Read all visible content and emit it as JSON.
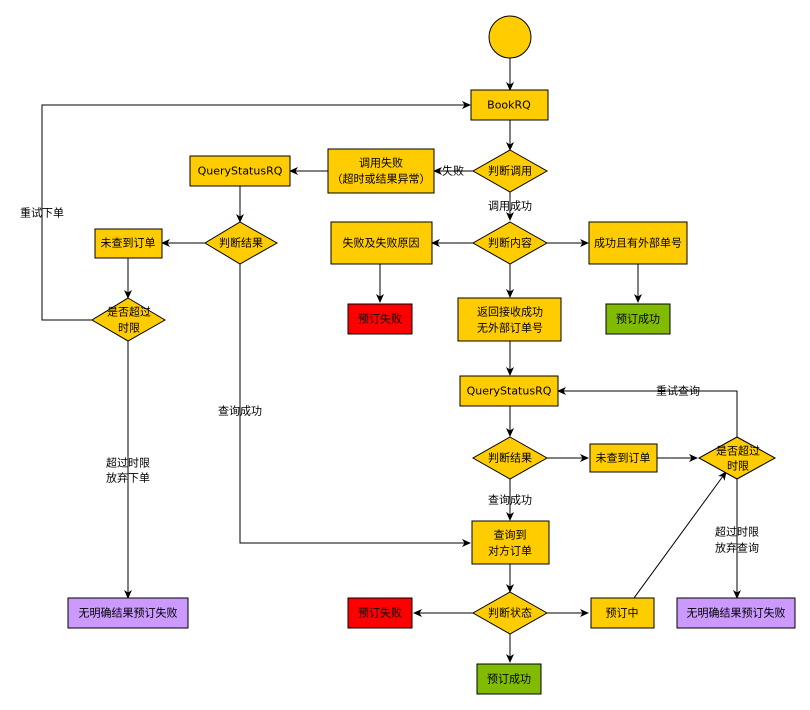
{
  "colors": {
    "process": "#ffcc00",
    "fail": "#ff0000",
    "success": "#80bb00",
    "unknown": "#cc99ff",
    "line": "#000000"
  },
  "nodes": {
    "start": "",
    "book_rq": "BookRQ",
    "judge_call": "判断调用",
    "call_fail": [
      "调用失败",
      "（超时或结果异常）"
    ],
    "query_status_rq_left": "QueryStatusRQ",
    "judge_result_left": "判断结果",
    "not_found_left": "未查到订单",
    "timeout_check_left": [
      "是否超过",
      "时限"
    ],
    "unknown_fail_left": "无明确结果预订失败",
    "judge_content": "判断内容",
    "fail_reason": "失败及失败原因",
    "booking_fail_1": "预订失败",
    "success_external": "成功且有外部单号",
    "booking_success_1": "预订成功",
    "received_no_external": [
      "返回接收成功",
      "无外部订单号"
    ],
    "query_status_rq_right": "QueryStatusRQ",
    "judge_result_right": "判断结果",
    "not_found_right": "未查到订单",
    "timeout_check_right": [
      "是否超过",
      "时限"
    ],
    "unknown_fail_right": "无明确结果预订失败",
    "found_order": [
      "查询到",
      "对方订单"
    ],
    "judge_status": "判断状态",
    "booking_fail_2": "预订失败",
    "booking_in_progress": "预订中",
    "booking_success_2": "预订成功"
  },
  "edge_labels": {
    "fail": "失败",
    "call_success": "调用成功",
    "retry_order": "重试下单",
    "query_success_left": "查询成功",
    "timeout_abandon_order": [
      "超过时限",
      "放弃下单"
    ],
    "retry_query": "重试查询",
    "query_success_right": "查询成功",
    "timeout_abandon_query": [
      "超过时限",
      "放弃查询"
    ]
  }
}
